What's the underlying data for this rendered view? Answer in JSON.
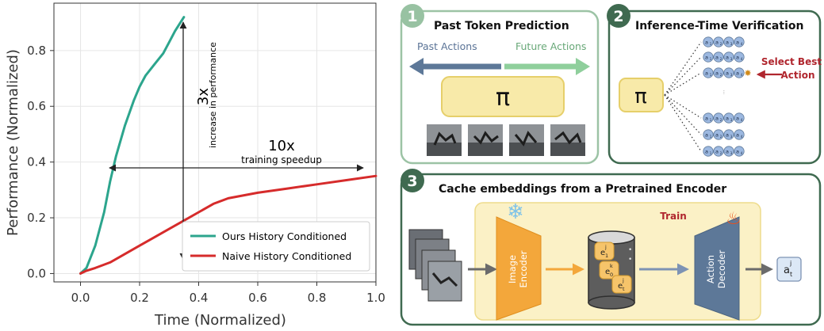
{
  "chart": {
    "xlabel": "Time (Normalized)",
    "ylabel": "Performance (Normalized)",
    "x_ticks": [
      "0.0",
      "0.2",
      "0.4",
      "0.6",
      "0.8",
      "1.0"
    ],
    "y_ticks": [
      "0.0",
      "0.2",
      "0.4",
      "0.6",
      "0.8"
    ],
    "annotation_3x_big": "3x",
    "annotation_3x_small": "increase in performance",
    "annotation_10x_big": "10x",
    "annotation_10x_small": "training speedup",
    "legend": [
      "Ours History Conditioned",
      "Naive History Conditioned"
    ]
  },
  "chart_data": {
    "type": "line",
    "xlabel": "Time (Normalized)",
    "ylabel": "Performance (Normalized)",
    "xlim": [
      -0.09,
      1.0
    ],
    "ylim": [
      -0.03,
      0.97
    ],
    "grid": true,
    "legend_position": "lower-right",
    "series": [
      {
        "name": "Ours History Conditioned",
        "color": "#2ca58d",
        "x": [
          0.0,
          0.02,
          0.05,
          0.08,
          0.1,
          0.12,
          0.15,
          0.18,
          0.2,
          0.22,
          0.25,
          0.28,
          0.3,
          0.32,
          0.35
        ],
        "y": [
          0.0,
          0.02,
          0.1,
          0.22,
          0.33,
          0.42,
          0.53,
          0.62,
          0.67,
          0.71,
          0.75,
          0.79,
          0.83,
          0.87,
          0.92
        ]
      },
      {
        "name": "Naive History Conditioned",
        "color": "#d62b2b",
        "x": [
          0.0,
          0.02,
          0.05,
          0.1,
          0.15,
          0.2,
          0.25,
          0.3,
          0.35,
          0.4,
          0.45,
          0.5,
          0.6,
          0.7,
          0.8,
          0.9,
          1.0
        ],
        "y": [
          0.0,
          0.01,
          0.02,
          0.04,
          0.07,
          0.1,
          0.13,
          0.16,
          0.19,
          0.22,
          0.25,
          0.27,
          0.29,
          0.305,
          0.32,
          0.335,
          0.35
        ]
      }
    ]
  },
  "panel1": {
    "number": "1",
    "title": "Past Token Prediction",
    "past_label": "Past Actions",
    "future_label": "Future Actions",
    "policy_symbol": "π"
  },
  "panel2": {
    "number": "2",
    "title": "Inference-Time Verification",
    "policy_symbol": "π",
    "select_line1": "Select Best",
    "select_line2": "Action",
    "token_base": "a",
    "sub1": "1",
    "sub2": "2",
    "sub3": "3",
    "sub4": "4"
  },
  "panel3": {
    "number": "3",
    "title": "Cache embeddings from a Pretrained Encoder",
    "train_label": "Train",
    "image_encoder": [
      "Image",
      "Encoder"
    ],
    "action_decoder": [
      "Action",
      "Decoder"
    ],
    "emb_e": "e",
    "emb_sub1": "1",
    "emb_sub2": "0",
    "emb_sub3": "t",
    "emb_sup1": "j",
    "emb_sup2": "k",
    "emb_sup3": "j",
    "output_base": "a",
    "output_sub": "t",
    "output_sup": "j"
  },
  "colors": {
    "green": "#2ca58d",
    "red": "#d62b2b",
    "panel_border": "#6a8f78",
    "panel_badge": "#98c2a2",
    "pi_fill": "#f8eaa9",
    "pi_stroke": "#e6cf6a",
    "token_fill": "#9cb8e0",
    "encoder": "#f3a73b",
    "decoder": "#5d7898",
    "train_bg": "#fbf1c6",
    "select_red": "#b0262e"
  }
}
